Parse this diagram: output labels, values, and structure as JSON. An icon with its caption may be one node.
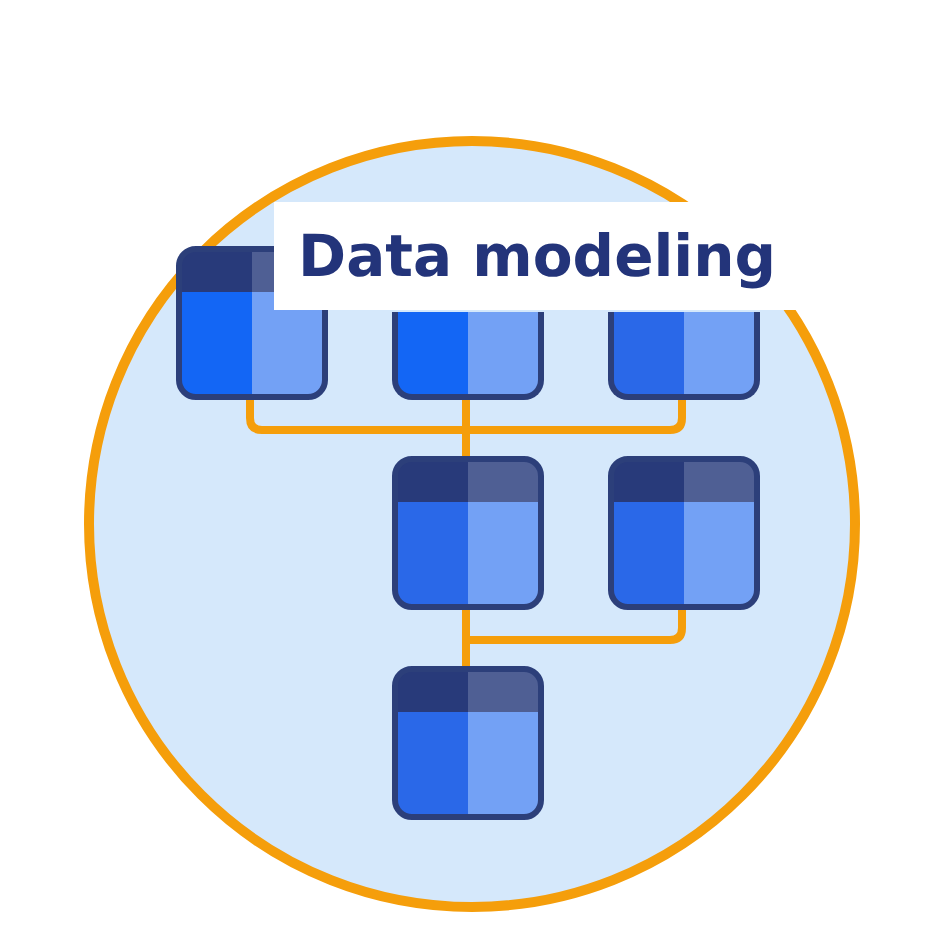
{
  "diagram": {
    "title": "Data modeling",
    "nodes": [
      {
        "text": [],
        "shape": "box"
      },
      {
        "text": [],
        "shape": "box"
      },
      {
        "text": [],
        "shape": "box"
      },
      {
        "text": [],
        "shape": "box"
      },
      {
        "text": [],
        "shape": "box"
      },
      {
        "text": [],
        "shape": "box"
      }
    ],
    "edges": [
      {
        "from": 0,
        "to": 3,
        "arrow": "none"
      },
      {
        "from": 1,
        "to": 3,
        "arrow": "none"
      },
      {
        "from": 2,
        "to": 3,
        "arrow": "none"
      },
      {
        "from": 3,
        "to": 5,
        "arrow": "none"
      },
      {
        "from": 4,
        "to": 5,
        "arrow": "none"
      }
    ]
  }
}
